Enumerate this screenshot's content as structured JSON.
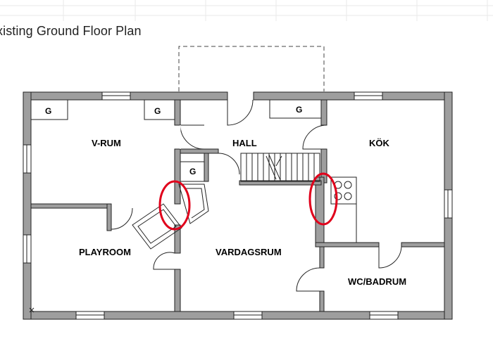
{
  "title": "xisting Ground Floor Plan",
  "rooms": {
    "v_rum": "V-RUM",
    "hall": "HALL",
    "kok": "KÖK",
    "playroom": "PLAYROOM",
    "vardagsrum": "VARDAGSRUM",
    "wc_badrum": "WC/BADRUM"
  },
  "wardrobes": {
    "g1": "G",
    "g2": "G",
    "g3": "G",
    "g4": "G"
  },
  "colors": {
    "wall": "#9e9e9e",
    "wall_outline": "#222222",
    "highlight": "#e0001b",
    "background": "#ffffff",
    "grid_line": "#e6e6e6"
  }
}
